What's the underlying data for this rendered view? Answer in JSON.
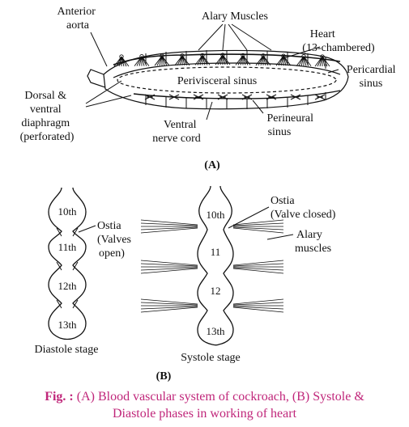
{
  "panel_a": {
    "label": "(A)",
    "labels": {
      "anterior_aorta": [
        "Anterior",
        "aorta"
      ],
      "alary_muscles": "Alary Muscles",
      "heart": [
        "Heart",
        "(13-chambered)"
      ],
      "pericardial_sinus": [
        "Pericardial",
        "sinus"
      ],
      "perivisceral_sinus": "Perivisceral sinus",
      "diaphragm": [
        "Dorsal &",
        "ventral",
        "diaphragm",
        "(perforated)"
      ],
      "ventral_nerve_cord": [
        "Ventral",
        "nerve cord"
      ],
      "perineural_sinus": [
        "Perineural",
        "sinus"
      ]
    }
  },
  "panel_b": {
    "label": "(B)",
    "diastole": {
      "chambers": [
        "10th",
        "11th",
        "12th",
        "13th"
      ],
      "ostia_label": [
        "Ostia",
        "(Valves",
        "open)"
      ],
      "stage_label": "Diastole stage"
    },
    "systole": {
      "chambers": [
        "10th",
        "11",
        "12",
        "13th"
      ],
      "ostia_label": [
        "Ostia",
        "(Valve closed)"
      ],
      "alary_label": [
        "Alary",
        "muscles"
      ],
      "stage_label": "Systole stage"
    }
  },
  "caption": {
    "prefix": "Fig. :",
    "line1": " (A) Blood vascular system of cockroach, (B) Systole &",
    "line2": "Diastole phases in working of heart"
  },
  "colors": {
    "caption": "#c0267a",
    "ink": "#111111"
  }
}
